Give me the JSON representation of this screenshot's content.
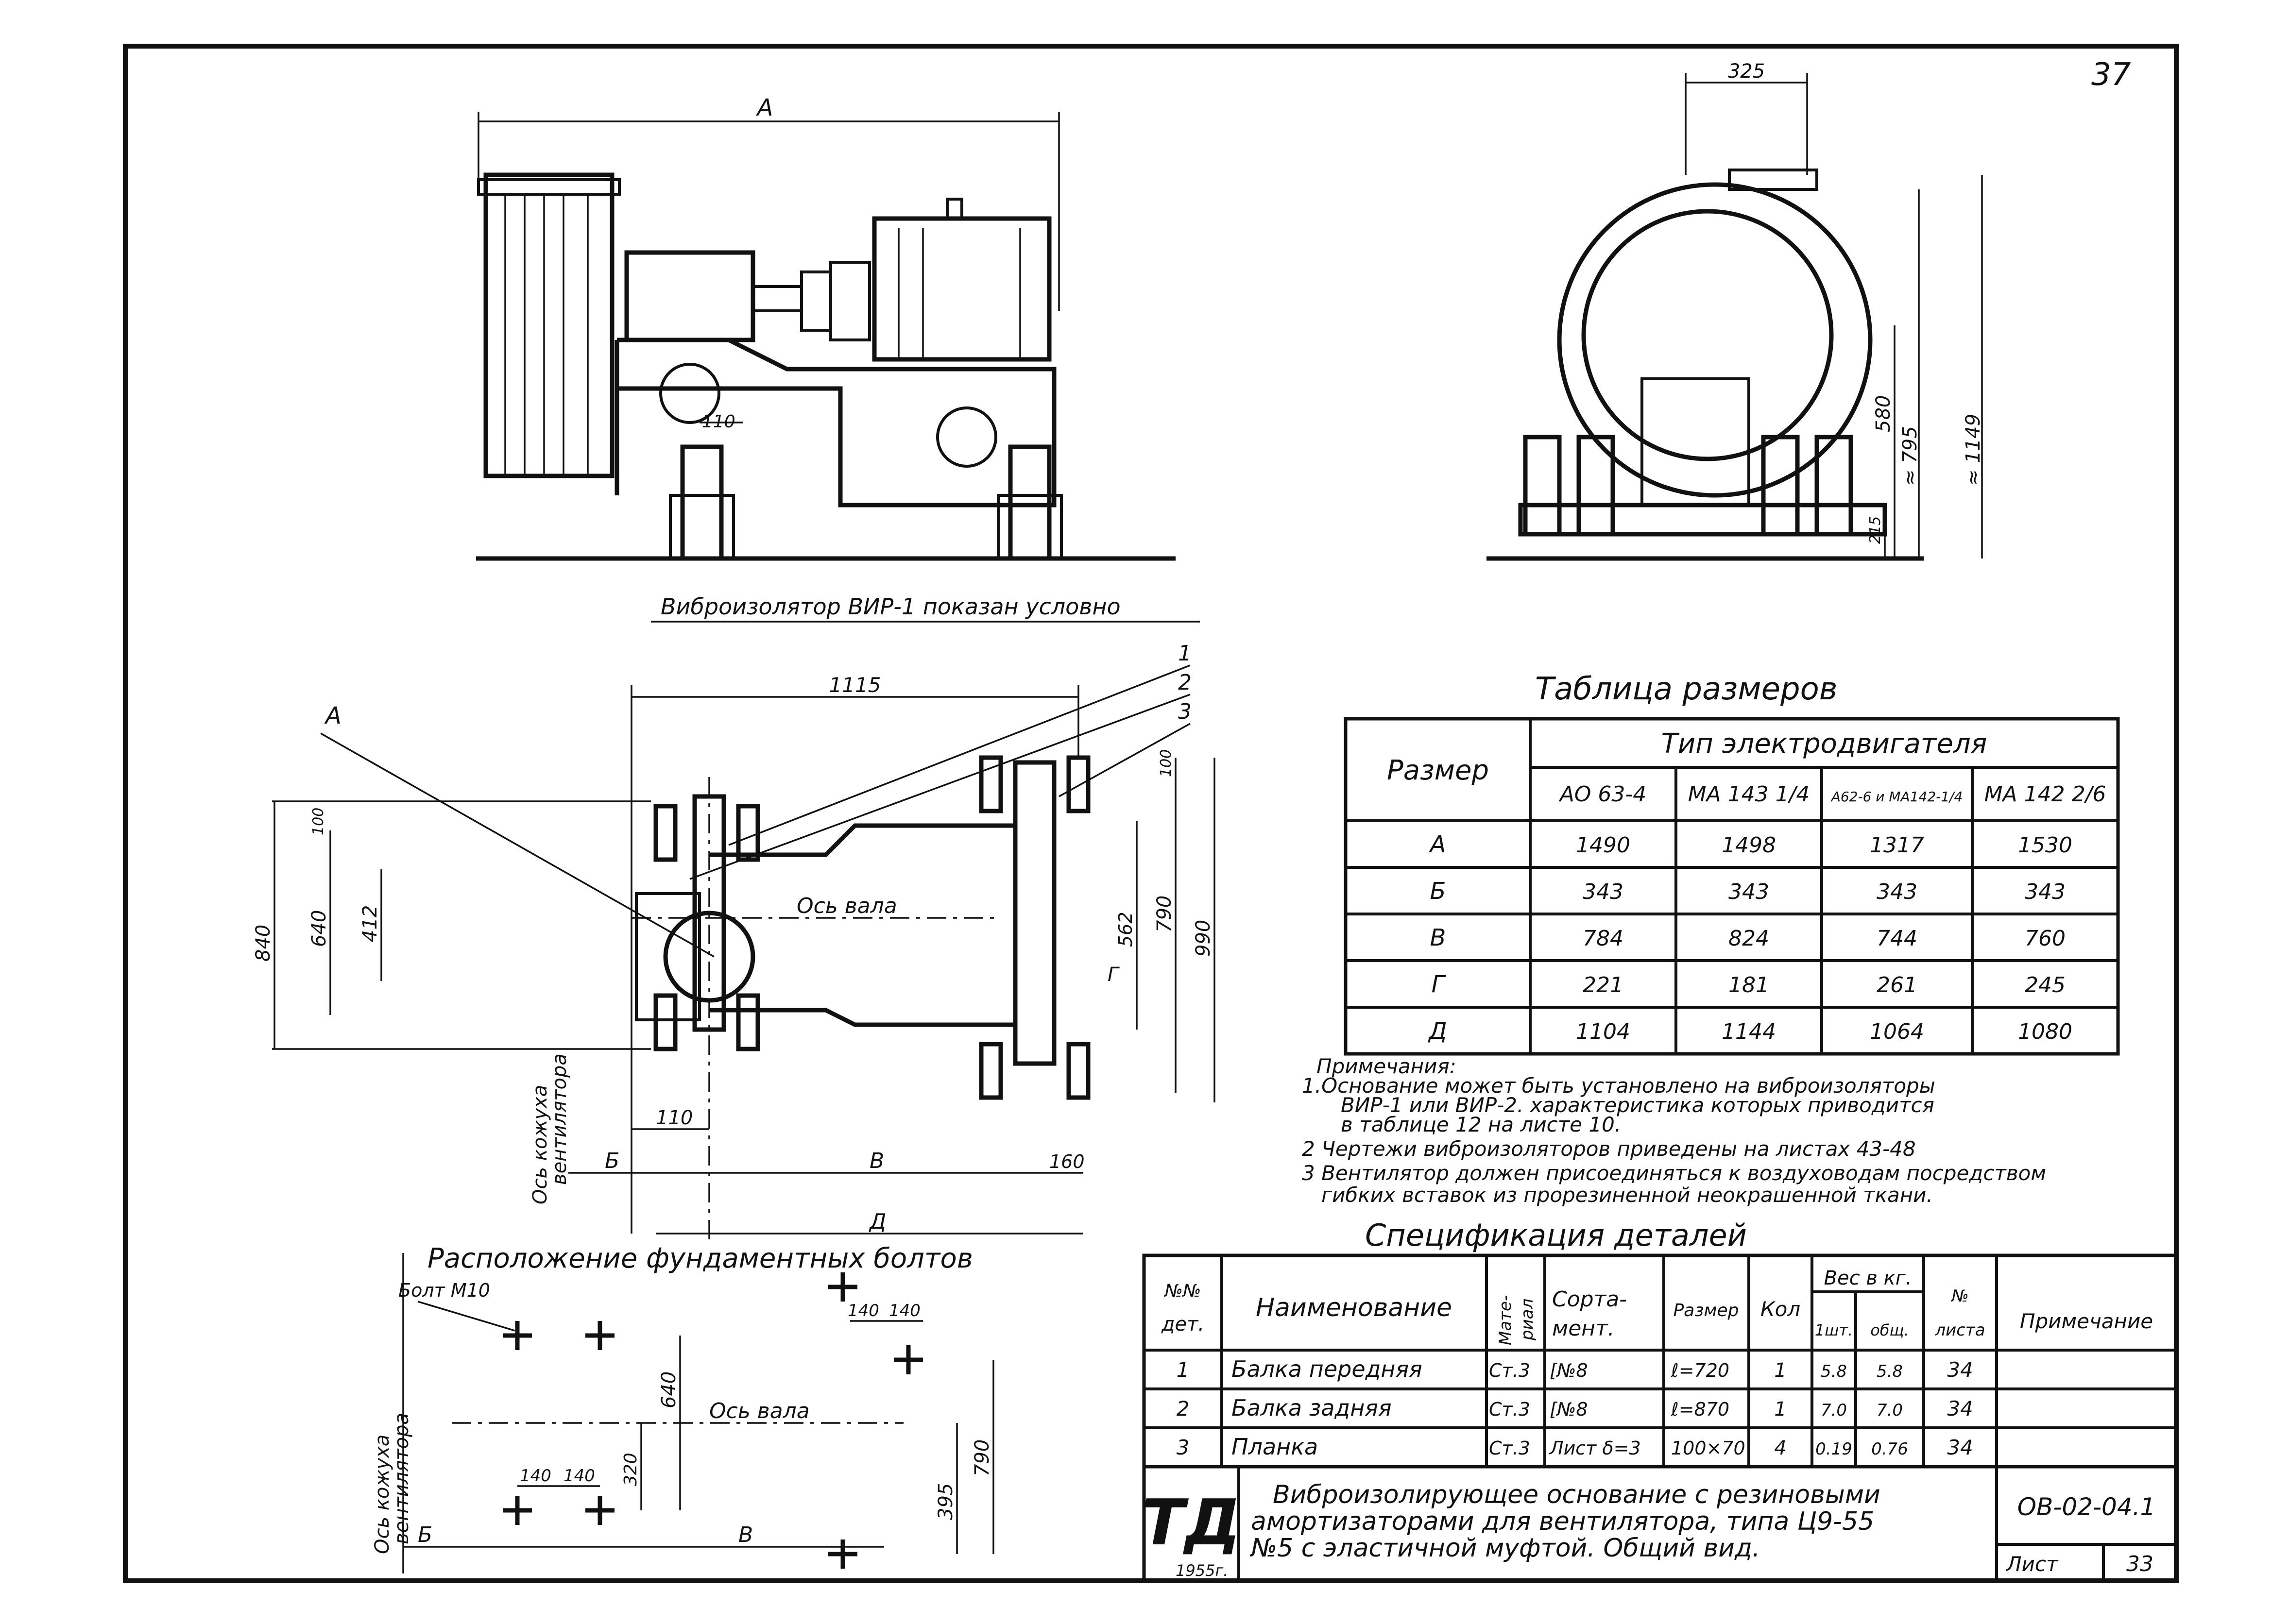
{
  "page_number": "37",
  "top_view": {
    "dim_A": "А",
    "dim_110": "110",
    "note": "Виброизолятор ВИР-1 показан условно"
  },
  "side_view": {
    "dim_325": "325",
    "dim_580": "580",
    "dim_795": "≈ 795",
    "dim_1149": "≈ 1149",
    "dim_215": "215"
  },
  "plan_view": {
    "dim_1115": "1115",
    "label_A": "А",
    "callouts": [
      "1",
      "2",
      "3"
    ],
    "dim_840": "840",
    "dim_640": "640",
    "dim_412": "412",
    "dim_100_left": "100",
    "dim_100_right": "100",
    "dim_562": "562",
    "dim_790": "790",
    "dim_990": "990",
    "axis_label": "Ось вала",
    "label_G": "Г",
    "fan_axis_line1": "Ось кожуха",
    "fan_axis_line2": "вентилятора",
    "dim_110": "110",
    "dim_B_small": "Б",
    "dim_V": "В",
    "dim_160": "160",
    "dim_D": "Д"
  },
  "bolts_view": {
    "title": "Расположение фундаментных болтов",
    "bolt_label": "Болт М10",
    "dim_140_a": "140",
    "dim_140_b": "140",
    "dim_140_c": "140",
    "dim_140_d": "140",
    "dim_640": "640",
    "dim_320": "320",
    "dim_790": "790",
    "dim_395": "395",
    "axis_label": "Ось вала",
    "fan_axis_line1": "Ось кожуха",
    "fan_axis_line2": "вентилятора",
    "dim_B_small": "Б",
    "dim_V": "В"
  },
  "size_table": {
    "title": "Таблица размеров",
    "header_size": "Размер",
    "header_motor": "Тип электродвигателя",
    "motors": [
      "АО 63-4",
      "МА 143 1/4",
      "А62-6 и МА142-1/4",
      "МА 142 2/6"
    ],
    "rows": [
      {
        "label": "А",
        "values": [
          "1490",
          "1498",
          "1317",
          "1530"
        ]
      },
      {
        "label": "Б",
        "values": [
          "343",
          "343",
          "343",
          "343"
        ]
      },
      {
        "label": "В",
        "values": [
          "784",
          "824",
          "744",
          "760"
        ]
      },
      {
        "label": "Г",
        "values": [
          "221",
          "181",
          "261",
          "245"
        ]
      },
      {
        "label": "Д",
        "values": [
          "1104",
          "1144",
          "1064",
          "1080"
        ]
      }
    ]
  },
  "notes": [
    "Примечания:",
    "1.Основание может быть установлено на виброизоляторы",
    "ВИР-1 или ВИР-2. характеристика которых приводится",
    "в таблице 12 на листе 10.",
    "2 Чертежи виброизоляторов приведены на листах 43-48",
    "3 Вентилятор должен присоединяться к воздуховодам посредством",
    "гибких вставок из прорезиненной неокрашенной ткани."
  ],
  "spec": {
    "title": "Спецификация деталей",
    "headers": {
      "num_1": "№№",
      "num_2": "дет.",
      "name": "Наименование",
      "mat_1": "Мате-",
      "mat_2": "риал",
      "sort_1": "Сорта-",
      "sort_2": "мент.",
      "size": "Размер",
      "qty": "Кол",
      "weight": "Вес в кг.",
      "w_one": "1шт.",
      "w_total": "общ.",
      "sheet_1": "№",
      "sheet_2": "листа",
      "remark": "Примечание"
    },
    "rows": [
      {
        "num": "1",
        "name": "Балка передняя",
        "mat": "Ст.3",
        "sort": "[№8",
        "size": "ℓ=720",
        "qty": "1",
        "w1": "5.8",
        "wt": "5.8",
        "sheet": "34"
      },
      {
        "num": "2",
        "name": "Балка задняя",
        "mat": "Ст.3",
        "sort": "[№8",
        "size": "ℓ=870",
        "qty": "1",
        "w1": "7.0",
        "wt": "7.0",
        "sheet": "34"
      },
      {
        "num": "3",
        "name": "Планка",
        "mat": "Ст.3",
        "sort": "Лист δ=3",
        "size": "100×70",
        "qty": "4",
        "w1": "0.19",
        "wt": "0.76",
        "sheet": "34"
      }
    ]
  },
  "title_block": {
    "logo": "ТД",
    "year": "1955г.",
    "title_lines": [
      "Виброизолирующее основание с резиновыми",
      "амортизаторами для вентилятора, типа Ц9-55",
      "№5 с эластичной муфтой. Общий вид."
    ],
    "code": "ОВ-02-04.1",
    "sheet_label": "Лист",
    "sheet_number": "33"
  }
}
